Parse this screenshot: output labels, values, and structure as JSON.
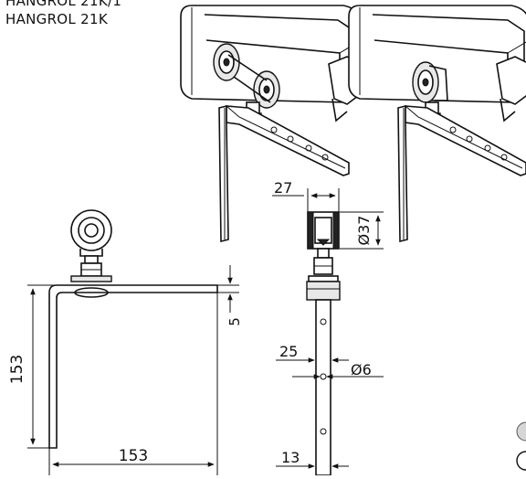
{
  "labels": {
    "line1": "HANGROL 21K/1",
    "line2": "HANGROL 21K"
  },
  "dimensions": {
    "height": "153",
    "width": "153",
    "thickness": "5",
    "wheel_width": "27",
    "wheel_diameter": "Ø37",
    "pin_spacing": "25",
    "hole_diameter": "Ø6",
    "flat_width": "13"
  }
}
